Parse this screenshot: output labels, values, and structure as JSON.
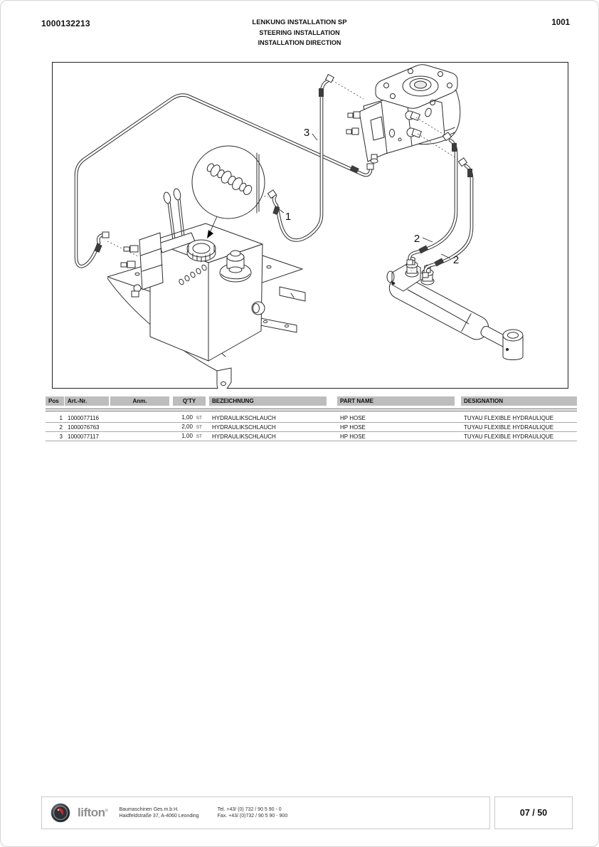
{
  "header": {
    "doc_number": "1000132213",
    "title_line1": "LENKUNG INSTALLATION SP",
    "title_line2": "STEERING INSTALLATION",
    "title_line3": "INSTALLATION DIRECTION",
    "page_code": "1001"
  },
  "diagram": {
    "labels": {
      "hose1": "1",
      "hose2_a": "2",
      "hose2_b": "2",
      "hose3": "3"
    }
  },
  "parts_table": {
    "columns": [
      "Pos",
      "Art.-Nr.",
      "Anm.",
      "Q'TY",
      "BEZEICHNUNG",
      "PART NAME",
      "DESIGNATION"
    ],
    "rows": [
      {
        "pos": "1",
        "art_nr": "1000077116",
        "anm": "",
        "qty": "1,00",
        "unit": "ST",
        "bezeichnung": "HYDRAULIKSCHLAUCH",
        "part_name": "HP  HOSE",
        "designation": "TUYAU FLEXIBLE HYDRAULIQUE"
      },
      {
        "pos": "2",
        "art_nr": "1000076763",
        "anm": "",
        "qty": "2,00",
        "unit": "ST",
        "bezeichnung": "HYDRAULIKSCHLAUCH",
        "part_name": "HP  HOSE",
        "designation": "TUYAU FLEXIBLE HYDRAULIQUE"
      },
      {
        "pos": "3",
        "art_nr": "1000077117",
        "anm": "",
        "qty": "1,00",
        "unit": "ST",
        "bezeichnung": "HYDRAULIKSCHLAUCH",
        "part_name": "HP  HOSE",
        "designation": "TUYAU FLEXIBLE HYDRAULIQUE"
      }
    ]
  },
  "footer": {
    "brand": "lifton",
    "brand_mark": "®",
    "company_line1": "Baumaschinen Ges.m.b.H.",
    "company_line2": "Haidfeldstraße 37, A-4060 Leonding",
    "tel": "Tel. +43/ (0) 732 / 90 5 90 - 0",
    "fax": "Fax. +43/ (0)732 / 90 5 90 - 900",
    "page_indicator": "07 / 50"
  },
  "colors": {
    "table_header_bg": "#bdbdbd",
    "line_gray": "#a8a8a8",
    "accent_red": "#c8262c"
  }
}
